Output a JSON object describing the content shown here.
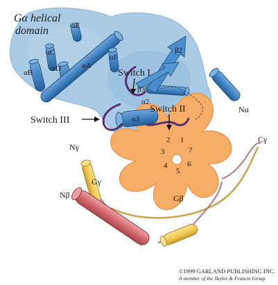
{
  "labels": {
    "helical_domain_line1": "Gα helical",
    "helical_domain_line2": "domain",
    "alpha_e": "αE",
    "alpha_c": "αC",
    "alpha_d": "αD",
    "alpha_b": "αB",
    "alpha_a": "αA",
    "alpha_f": "αF",
    "beta_2": "β2",
    "beta_3": "β3",
    "alpha_2": "α2",
    "alpha_3": "α3",
    "switch_1": "Switch I",
    "switch_2": "Switch II",
    "switch_3": "Switch III",
    "n_alpha": "Nα",
    "n_gamma": "Nγ",
    "c_gamma": "Cγ",
    "n_beta": "Nβ",
    "g_gamma": "Gγ",
    "g_beta": "Gβ",
    "blade_1": "1",
    "blade_2": "2",
    "blade_3": "3",
    "blade_4": "4",
    "blade_5": "5",
    "blade_6": "6",
    "blade_7": "7"
  },
  "credit": {
    "line1": "©1999 GARLAND PUBLISHING INC.",
    "line2": "A member of the Taylor & Francis Group"
  },
  "colors": {
    "galpha_surface": "#a9cbe6",
    "helix_blue": "#3f80c0",
    "helix_blue_dark": "#245d96",
    "gbeta_orange": "#f7ad66",
    "ggamma_yellow": "#f2cb55",
    "nbeta_red": "#d36b70",
    "switch_purple": "#5a2d6e",
    "linker": "#b57a7c"
  }
}
